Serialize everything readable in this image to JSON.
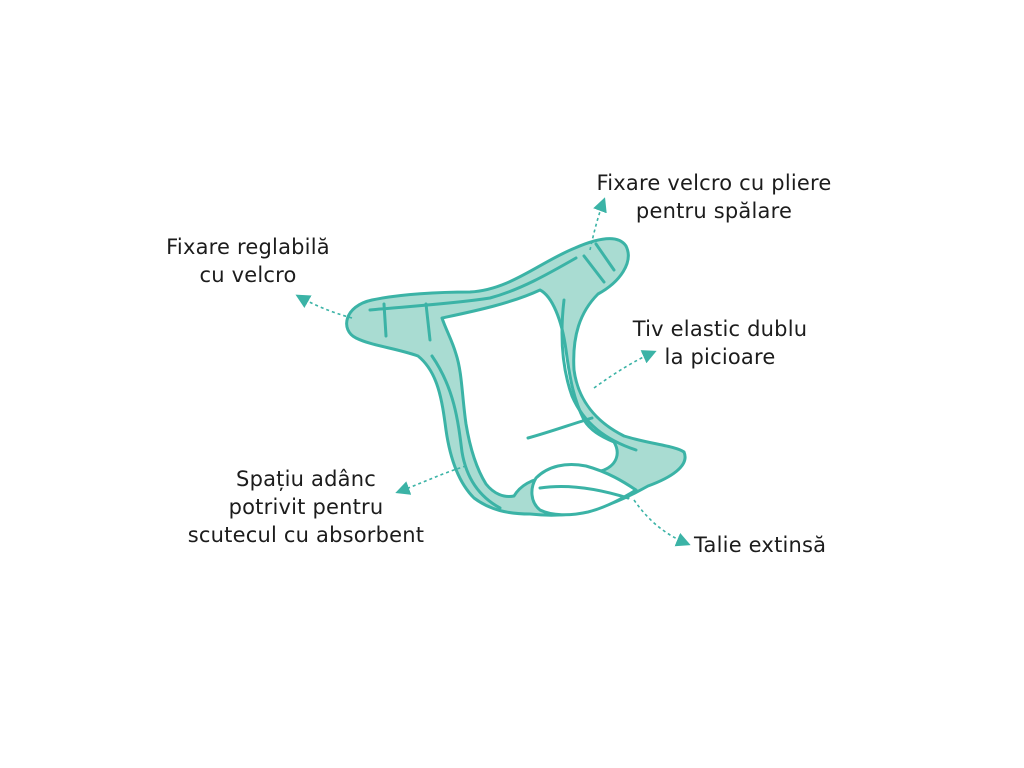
{
  "colors": {
    "fill": "#a9dcd2",
    "stroke": "#3bb3a6",
    "text": "#1c1c1c",
    "background": "#ffffff"
  },
  "labels": {
    "velcro_fold": {
      "line1": "Fixare velcro cu pliere",
      "line2": "pentru spălare"
    },
    "adjustable": {
      "line1": "Fixare reglabilă",
      "line2": "cu velcro"
    },
    "elastic": {
      "line1": "Tiv elastic dublu",
      "line2": "la picioare"
    },
    "deep_space": {
      "line1": "Spațiu adânc",
      "line2": "potrivit pentru",
      "line3": "scutecul cu absorbent"
    },
    "waist": {
      "line1": "Talie extinsă"
    }
  },
  "icons": {
    "diagram": "diaper-cover-illustration",
    "pointers": "dotted-arrow"
  }
}
